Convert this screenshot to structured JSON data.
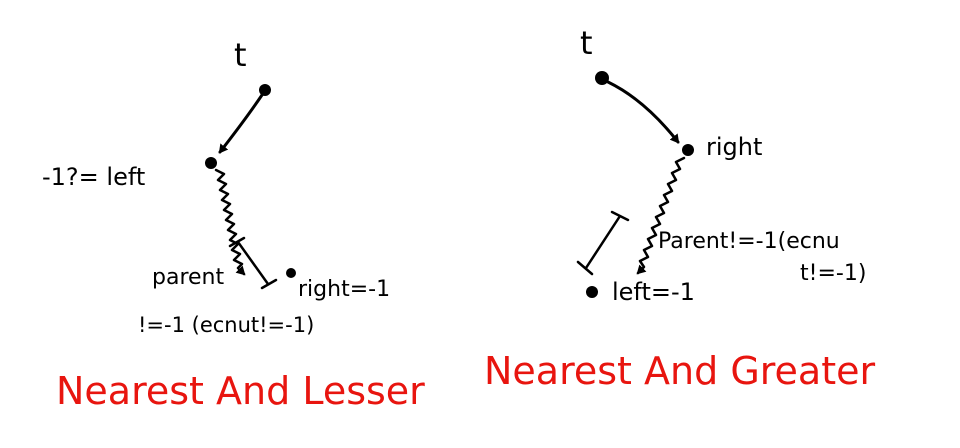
{
  "colors": {
    "ink": "#000000",
    "caption": "#e8150f",
    "background": "#ffffff"
  },
  "left_diagram": {
    "start_label": "t",
    "left_label": "-1?= left",
    "parent_label": "parent",
    "right_label": "right=-1",
    "condition_label": "!=-1 (ecnut!=-1)",
    "caption": "Nearest And Lesser"
  },
  "right_diagram": {
    "start_label": "t",
    "right_label": "right",
    "parent_label_line1": "Parent!=-1(ecnu",
    "parent_label_line2": "t!=-1)",
    "left_label": "left=-1",
    "caption": "Nearest And Greater"
  }
}
